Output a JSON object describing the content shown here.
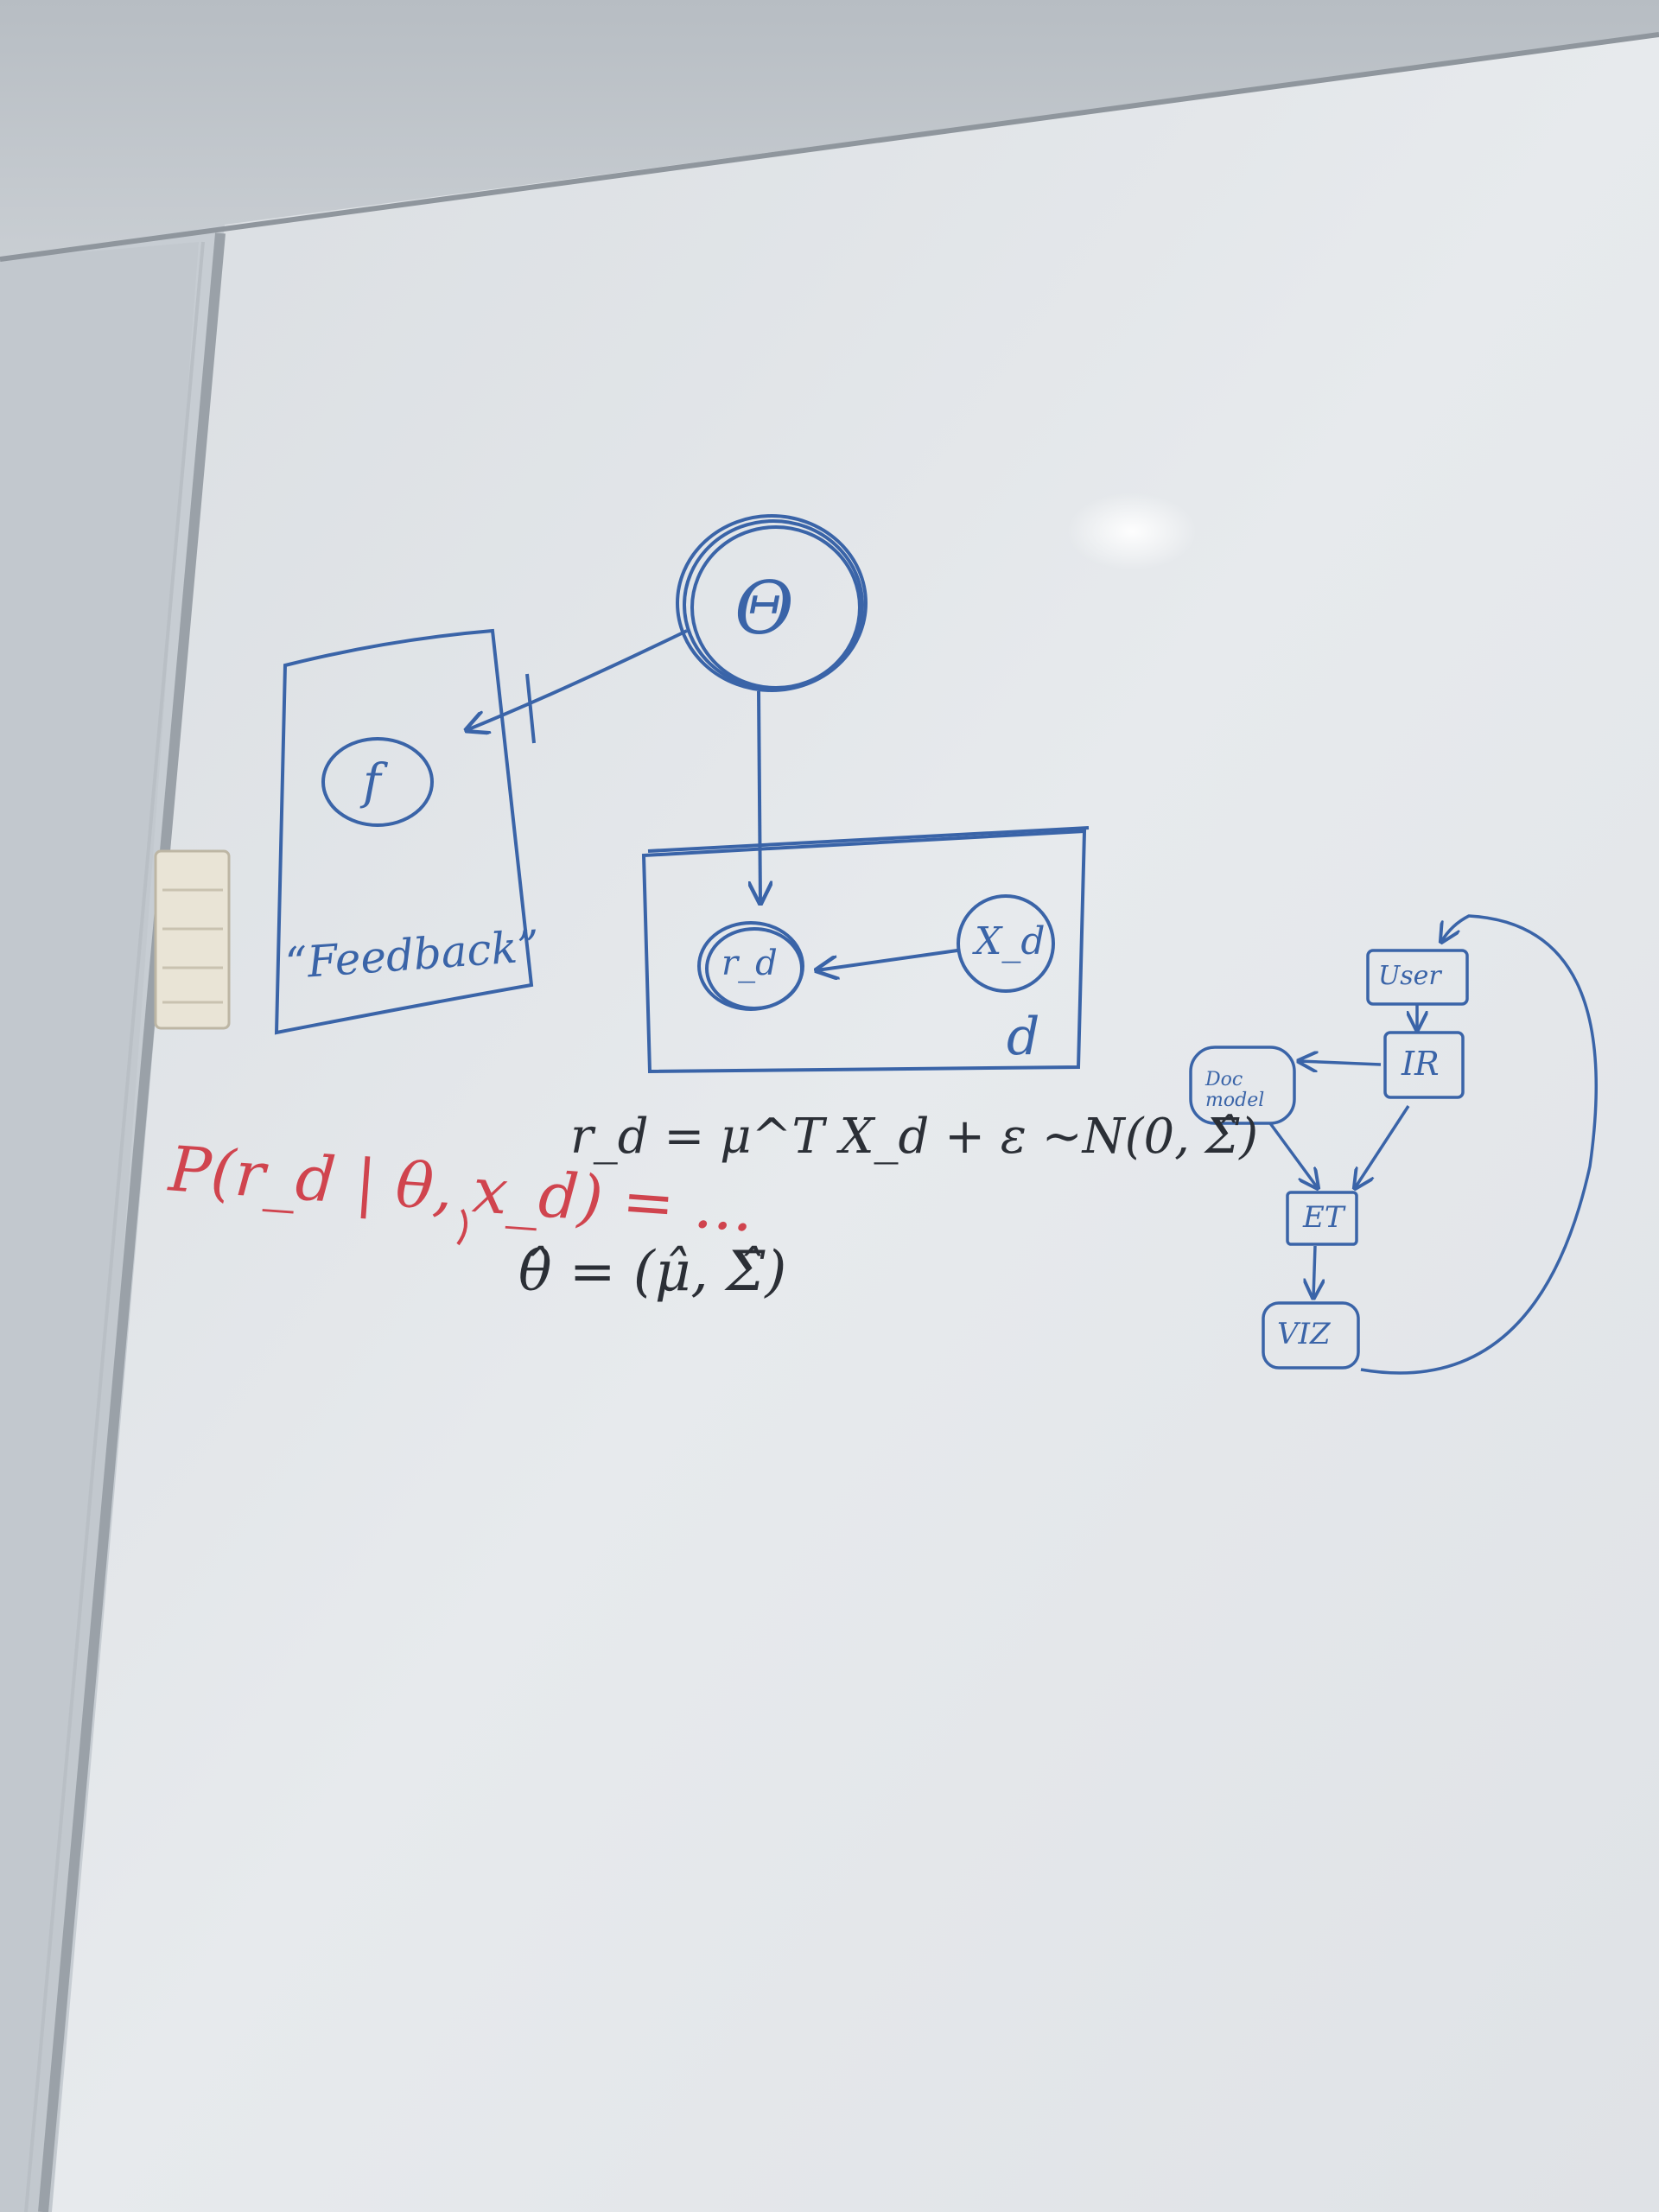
{
  "whiteboard": {
    "theta_node": "Θ",
    "feedback_plate": {
      "node": "f",
      "label": "“Feedback”"
    },
    "doc_plate": {
      "node_r": "r_d",
      "node_x": "X_d",
      "plate_label": "d"
    },
    "equation_model": "r_d = μ^T X_d + ε ~N(0, Σ̂)",
    "equation_estimate": "θ̂ = (μ̂, Σ̂)",
    "equation_red": "P(r_d | θ, x_d) = ...",
    "flow_diagram": {
      "user": "User",
      "ir": "IR",
      "doc_model": "Doc model",
      "et": "ET",
      "viz": "VIZ"
    }
  },
  "colors": {
    "board": "#e8ebee",
    "frame": "#9aa1a8",
    "ink_blue": "#3a64a8",
    "ink_black": "#2b2f36",
    "ink_red": "#d0444e"
  }
}
